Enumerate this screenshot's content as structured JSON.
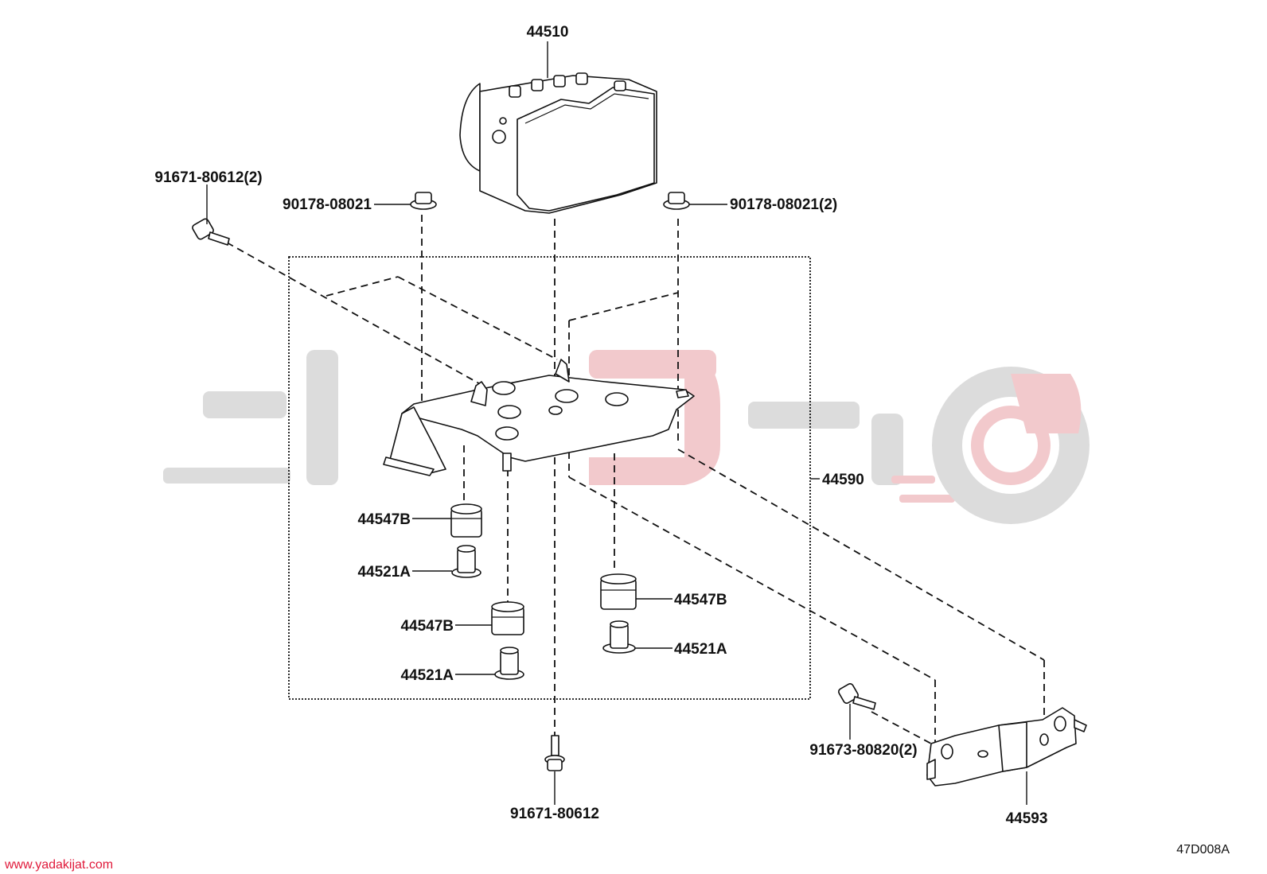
{
  "diagram": {
    "diagram_code": "47D008A",
    "watermark_url": "www.yadakijat.com",
    "colors": {
      "line": "#111111",
      "watermark_grey": "#dcdcdc",
      "watermark_pink": "#f2c9cc"
    },
    "labels": {
      "abs_actuator": "44510",
      "bracket_assembly": "44590",
      "bracket_sub": "44593",
      "bolt_top_left": "91671-80612(2)",
      "nut_left": "90178-08021",
      "nut_right": "90178-08021(2)",
      "bolt_bottom": "91671-80612",
      "bolt_right": "91673-80820(2)",
      "cushion_1": "44547B",
      "collar_1": "44521A",
      "cushion_2": "44547B",
      "collar_2": "44521A",
      "cushion_3": "44547B",
      "collar_3": "44521A"
    }
  }
}
